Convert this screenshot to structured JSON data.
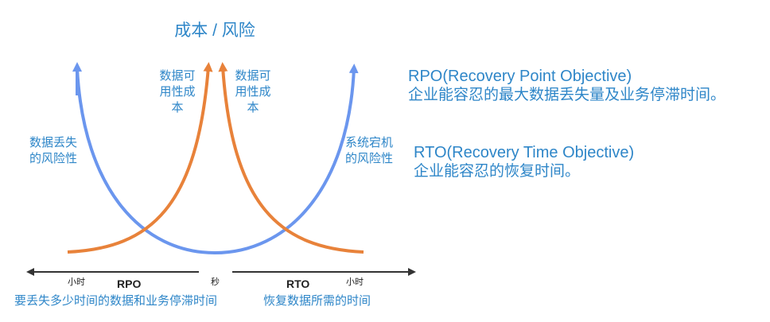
{
  "diagram": {
    "title": "成本 / 风险",
    "curve_labels": {
      "data_loss_risk": [
        "数据丢失",
        "的风险性"
      ],
      "availability_cost_left": [
        "数据可",
        "用性成",
        "本"
      ],
      "availability_cost_right": [
        "数据可",
        "用性成",
        "本"
      ],
      "downtime_risk": [
        "系统宕机",
        "的风险性"
      ]
    },
    "definitions": {
      "rpo": {
        "heading": "RPO(Recovery Point Objective)",
        "body": "企业能容忍的最大数据丢失量及业务停滞时间。"
      },
      "rto": {
        "heading": "RTO(Recovery Time Objective)",
        "body": "企业能容忍的恢复时间。"
      }
    },
    "axis": {
      "left_hours": "小时",
      "rpo_label": "RPO",
      "seconds": "秒",
      "rto_label": "RTO",
      "right_hours": "小时"
    },
    "bottom_captions": {
      "left": "要丢失多少时间的数据和业务停滞时间",
      "right": "恢复数据所需的时间"
    },
    "colors": {
      "blue_curve": "#6b96ee",
      "orange_curve": "#e8823a",
      "text_blue": "#2e86c8",
      "axis": "#333333"
    }
  }
}
